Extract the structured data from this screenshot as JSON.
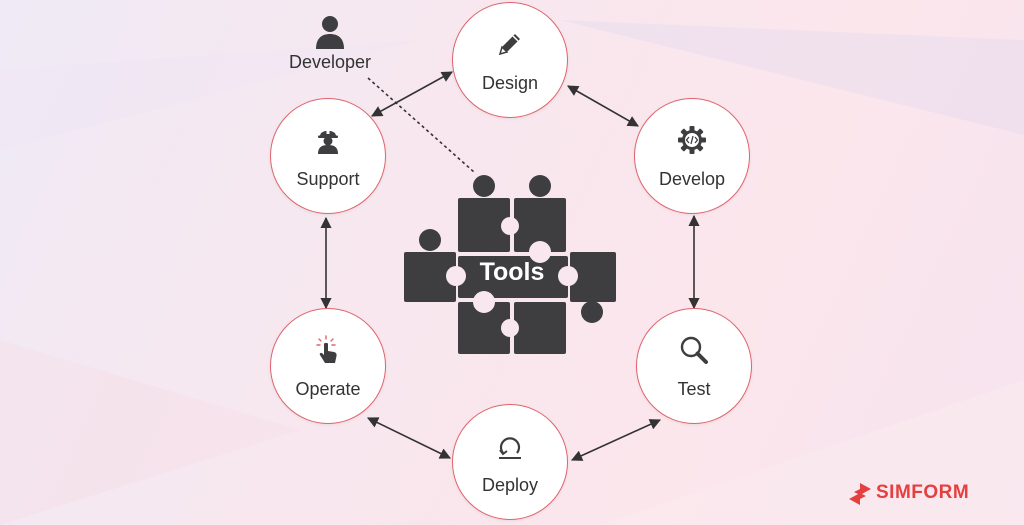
{
  "diagram": {
    "center_label": "Tools",
    "developer_label": "Developer",
    "nodes": [
      {
        "label": "Design",
        "icon": "pencil-icon"
      },
      {
        "label": "Develop",
        "icon": "code-gear-icon"
      },
      {
        "label": "Test",
        "icon": "magnifier-icon"
      },
      {
        "label": "Deploy",
        "icon": "cycle-icon"
      },
      {
        "label": "Operate",
        "icon": "tap-hand-icon"
      },
      {
        "label": "Support",
        "icon": "worker-helmet-icon"
      }
    ],
    "links": [
      {
        "from": "Design",
        "to": "Develop",
        "style": "double-arrow"
      },
      {
        "from": "Develop",
        "to": "Test",
        "style": "double-arrow"
      },
      {
        "from": "Test",
        "to": "Deploy",
        "style": "double-arrow"
      },
      {
        "from": "Deploy",
        "to": "Operate",
        "style": "double-arrow"
      },
      {
        "from": "Operate",
        "to": "Support",
        "style": "double-arrow"
      },
      {
        "from": "Support",
        "to": "Design",
        "style": "double-arrow"
      },
      {
        "from": "Developer",
        "to": "Tools",
        "style": "dotted"
      }
    ],
    "colors": {
      "node_border": "#e0636d",
      "puzzle": "#3e3e40",
      "arrow": "#333333",
      "brand": "#e4403f"
    }
  },
  "brand": {
    "name": "SIMFORM",
    "icon": "simform-logo-icon"
  }
}
